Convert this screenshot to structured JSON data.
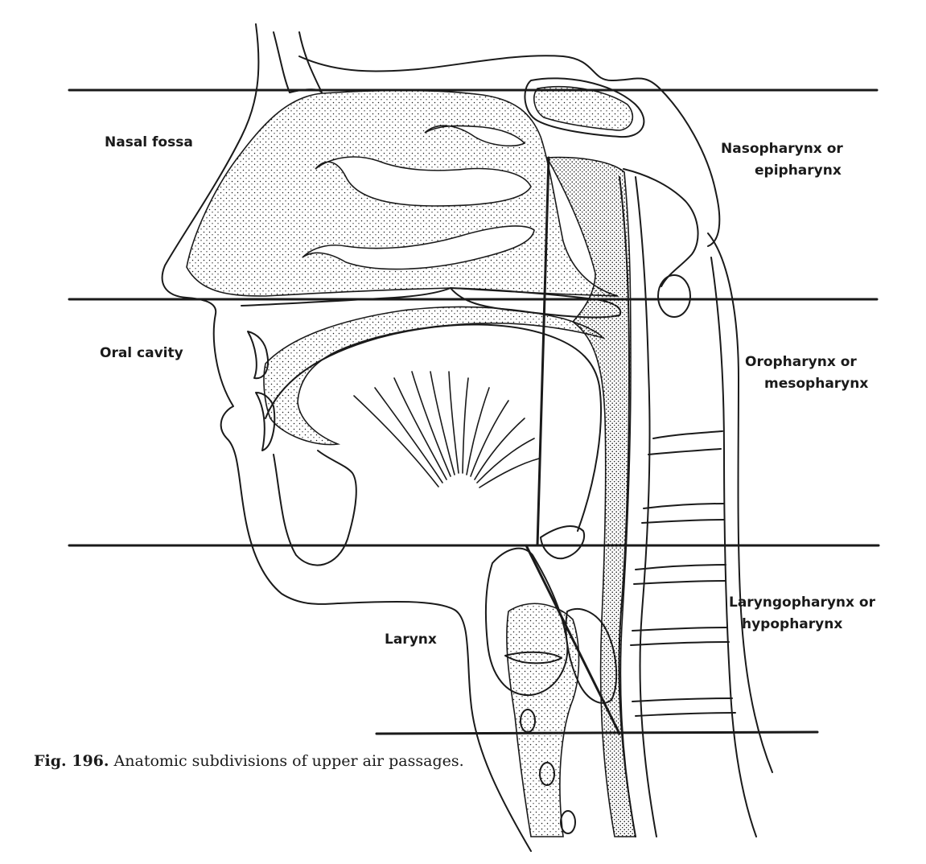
{
  "figure": {
    "caption_number": "Fig. 196.",
    "caption_text": "Anatomic subdivisions of upper air passages."
  },
  "labels": {
    "nasal_fossa": "Nasal fossa",
    "oral_cavity": "Oral cavity",
    "larynx": "Larynx",
    "nasopharynx_line1": "Nasopharynx or",
    "nasopharynx_line2": "epipharynx",
    "oropharynx_line1": "Oropharynx or",
    "oropharynx_line2": "mesopharynx",
    "laryngopharynx_line1": "Laryngopharynx or",
    "laryngopharynx_line2": "hypopharynx"
  },
  "colors": {
    "ink": "#1a1a1a",
    "paper": "#ffffff"
  }
}
